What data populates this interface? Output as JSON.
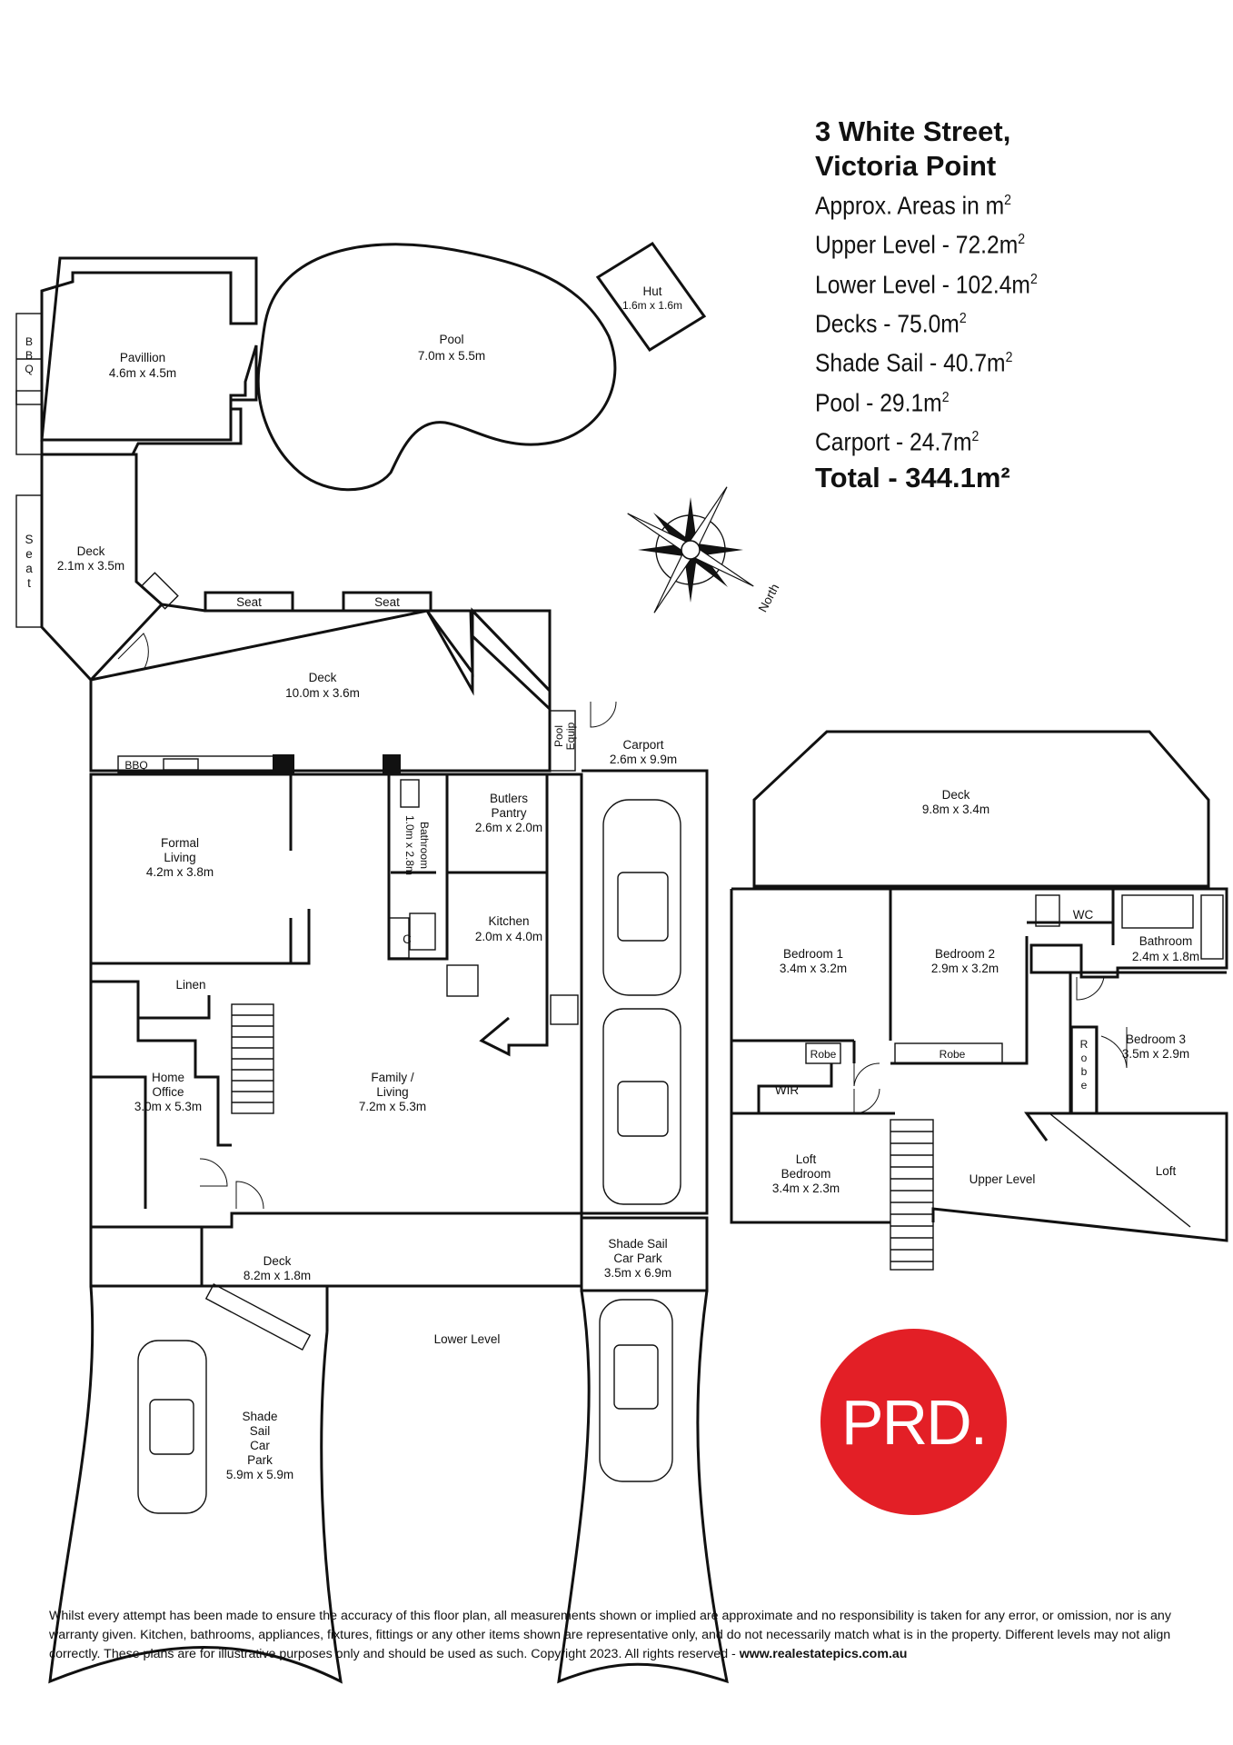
{
  "header": {
    "address_line1": "3 White Street,",
    "address_line2": "Victoria Point",
    "areas_caption": "Approx. Areas in m",
    "area_lines": [
      {
        "label": "Upper Level - 72.2m"
      },
      {
        "label": "Lower Level - 102.4m"
      },
      {
        "label": "Decks - 75.0m"
      },
      {
        "label": "Shade Sail - 40.7m"
      },
      {
        "label": "Pool - 29.1m"
      },
      {
        "label": "Carport - 24.7m"
      }
    ],
    "total": "Total - 344.1m²",
    "sup": "2"
  },
  "rooms": {
    "pavillion": {
      "name": "Pavillion",
      "dims": "4.6m x 4.5m"
    },
    "pool": {
      "name": "Pool",
      "dims": "7.0m x 5.5m"
    },
    "hut": {
      "name": "Hut",
      "dims": "1.6m x 1.6m"
    },
    "deck_small": {
      "name": "Deck",
      "dims": "2.1m x 3.5m"
    },
    "deck_main": {
      "name": "Deck",
      "dims": "10.0m x 3.6m"
    },
    "carport": {
      "name": "Carport",
      "dims": "2.6m x 9.9m"
    },
    "formal_living": {
      "name1": "Formal",
      "name2": "Living",
      "dims": "4.2m x 3.8m"
    },
    "bathroom_lower": {
      "name": "Bathroom",
      "dims": "1.0m x 2.8m"
    },
    "butlers_pantry": {
      "name1": "Butlers",
      "name2": "Pantry",
      "dims": "2.6m x 2.0m"
    },
    "kitchen": {
      "name": "Kitchen",
      "dims": "2.0m x 4.0m"
    },
    "home_office": {
      "name1": "Home",
      "name2": "Office",
      "dims": "3.0m x 5.3m"
    },
    "family_living": {
      "name1": "Family /",
      "name2": "Living",
      "dims": "7.2m x 5.3m"
    },
    "deck_lower": {
      "name": "Deck",
      "dims": "8.2m x 1.8m"
    },
    "shade_sail_right": {
      "name1": "Shade Sail",
      "name2": "Car Park",
      "dims": "3.5m x 6.9m"
    },
    "shade_sail_left": {
      "name1": "Shade",
      "name2": "Sail",
      "name3": "Car",
      "name4": "Park",
      "dims": "5.9m x 5.9m"
    },
    "deck_upper": {
      "name": "Deck",
      "dims": "9.8m x 3.4m"
    },
    "bedroom1": {
      "name": "Bedroom 1",
      "dims": "3.4m x 3.2m"
    },
    "bedroom2": {
      "name": "Bedroom 2",
      "dims": "2.9m x 3.2m"
    },
    "bedroom3": {
      "name": "Bedroom 3",
      "dims": "3.5m x 2.9m"
    },
    "bathroom_upper": {
      "name": "Bathroom",
      "dims": "2.4m x 1.8m"
    },
    "loft_bedroom": {
      "name1": "Loft",
      "name2": "Bedroom",
      "dims": "3.4m x 2.3m"
    }
  },
  "labels": {
    "bbq": "BBQ",
    "b": "B",
    "b2": "B",
    "q": "Q",
    "seat": "Seat",
    "seat_s": "S",
    "seat_e": "e",
    "seat_a": "a",
    "seat_t": "t",
    "pool_equip1": "Pool",
    "pool_equip2": "Equip",
    "linen": "Linen",
    "c": "C",
    "wc": "WC",
    "robe": "Robe",
    "robe_r": "R",
    "robe_o": "o",
    "robe_b": "b",
    "robe_e": "e",
    "wir": "WIR",
    "loft": "Loft",
    "upper_level": "Upper Level",
    "lower_level": "Lower Level",
    "north": "North"
  },
  "logo": {
    "text": "PRD."
  },
  "disclaimer": {
    "text": "Whilst every attempt has been made to ensure the accuracy of this floor plan, all measurements shown or implied are approximate and no responsibility is taken for any error, or omission, nor is any warranty given.  Kitchen, bathrooms, appliances, fixtures, fittings or any  other items shown  are representative only, and do not necessarily match what is in the property.  Different levels may not align correctly.  These plans are for illustrative purposes only and should be used as such.  Copyright 2023.  All rights reserved - ",
    "website": "www.realestatepics.com.au"
  }
}
